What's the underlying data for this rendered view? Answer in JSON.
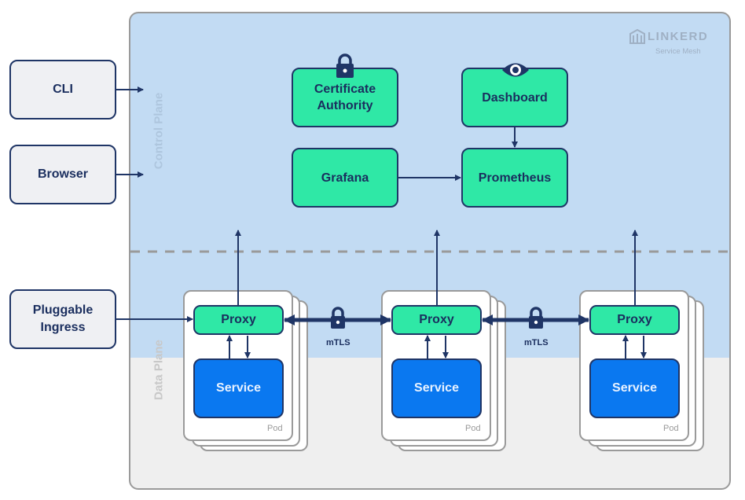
{
  "logo": {
    "name": "LINKERD",
    "subtitle": "Service Mesh",
    "icon": "linkerd-logo-icon"
  },
  "planes": {
    "control": "Control Plane",
    "data": "Data Plane"
  },
  "external": [
    {
      "id": "cli",
      "label": "CLI"
    },
    {
      "id": "browser",
      "label": "Browser"
    },
    {
      "id": "ingress",
      "label": "Pluggable Ingress"
    }
  ],
  "control_components": {
    "ca": {
      "label": "Certificate Authority",
      "icon": "lock-icon"
    },
    "dashboard": {
      "label": "Dashboard",
      "icon": "eye-icon"
    },
    "grafana": {
      "label": "Grafana"
    },
    "prometheus": {
      "label": "Prometheus"
    }
  },
  "pods": [
    {
      "proxy": "Proxy",
      "service": "Service",
      "pod": "Pod"
    },
    {
      "proxy": "Proxy",
      "service": "Service",
      "pod": "Pod"
    },
    {
      "proxy": "Proxy",
      "service": "Service",
      "pod": "Pod"
    }
  ],
  "links": [
    {
      "label": "mTLS",
      "icon": "lock-icon"
    },
    {
      "label": "mTLS",
      "icon": "lock-icon"
    }
  ],
  "colors": {
    "control_plane_bg": "#c2dbf3",
    "data_plane_bg": "#efefef",
    "component_green": "#2fe8a6",
    "service_blue": "#0a78f0",
    "navy": "#1f3566"
  }
}
